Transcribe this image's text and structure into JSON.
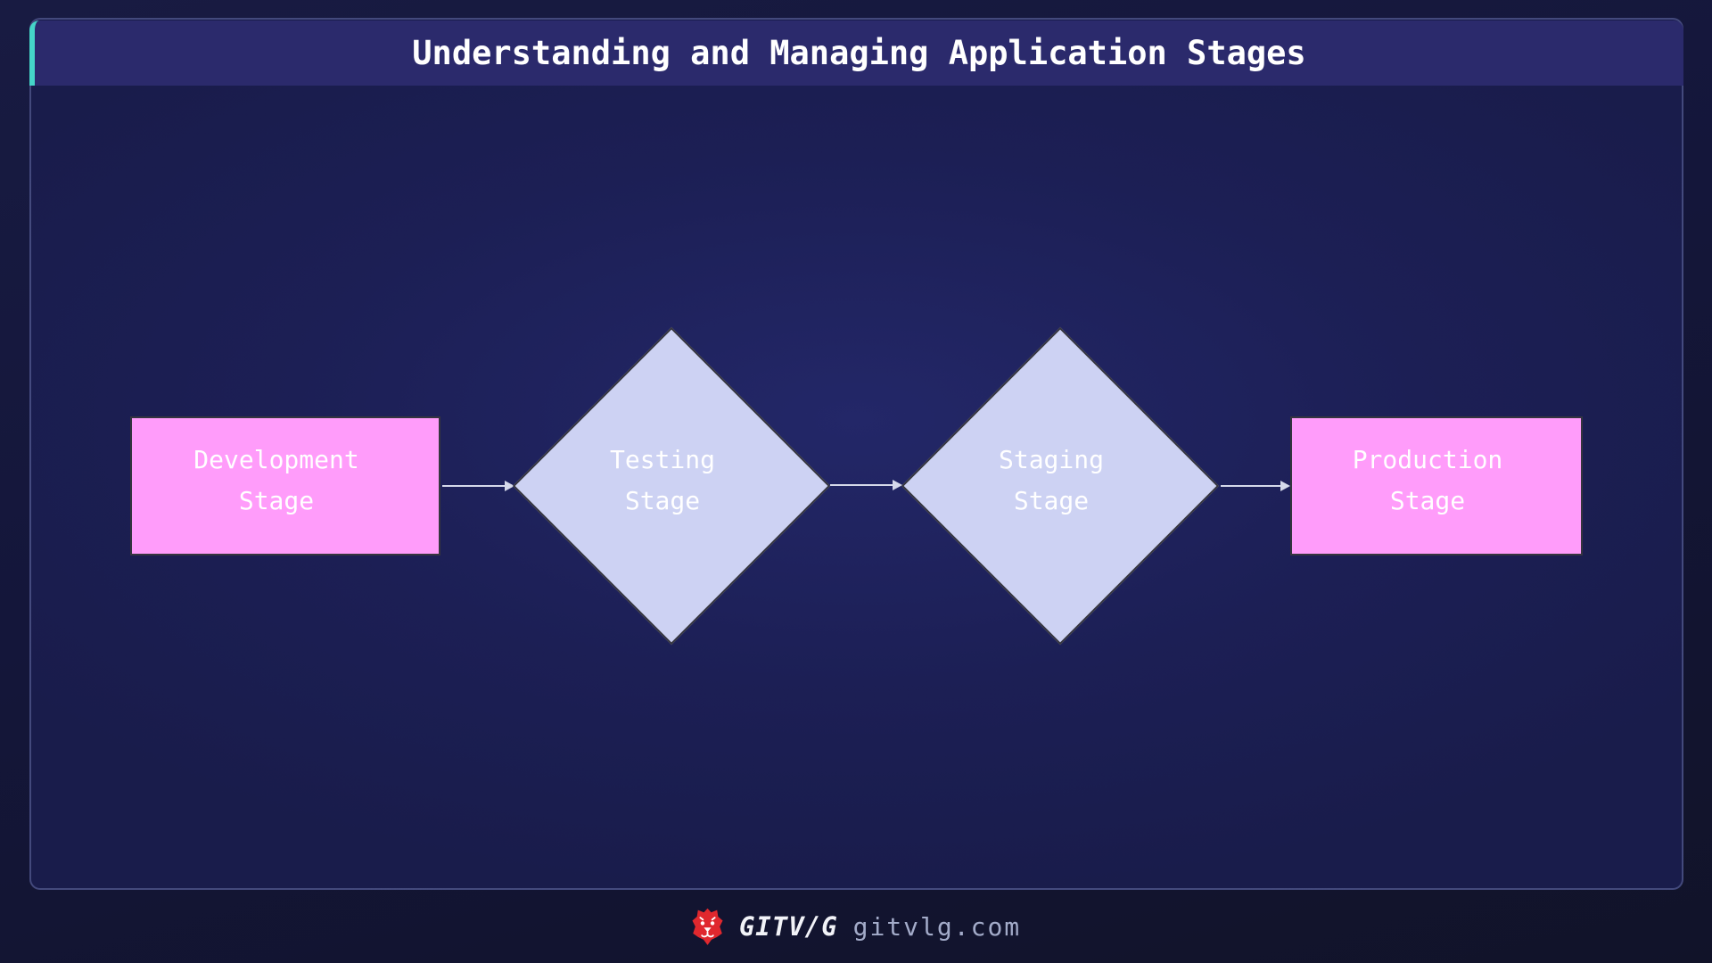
{
  "header": {
    "title": "Understanding and Managing Application Stages"
  },
  "flow": {
    "nodes": [
      {
        "id": "development",
        "shape": "rectangle",
        "line1": "Development",
        "line2": "Stage"
      },
      {
        "id": "testing",
        "shape": "diamond",
        "line1": "Testing",
        "line2": "Stage"
      },
      {
        "id": "staging",
        "shape": "diamond",
        "line1": "Staging",
        "line2": "Stage"
      },
      {
        "id": "production",
        "shape": "rectangle",
        "line1": "Production",
        "line2": "Stage"
      }
    ],
    "edges": [
      {
        "from": "development",
        "to": "testing"
      },
      {
        "from": "testing",
        "to": "staging"
      },
      {
        "from": "staging",
        "to": "production"
      }
    ]
  },
  "footer": {
    "logo": "lion-icon",
    "brand": "GITV/G",
    "domain": "gitvlg.com"
  },
  "theme": {
    "page_bg": "#14163a",
    "panel_bg": "#1d2054",
    "titlebar_bg": "#2b2a6c",
    "accent_teal": "#45d5c8",
    "node_pink": "#ff9cfa",
    "node_lavender": "#cdd2f3",
    "node_border": "#35353f",
    "edge_color": "#d5d9ea",
    "text_white": "#ffffff",
    "domain_text": "#a3abc9",
    "logo_red": "#e0282e"
  }
}
